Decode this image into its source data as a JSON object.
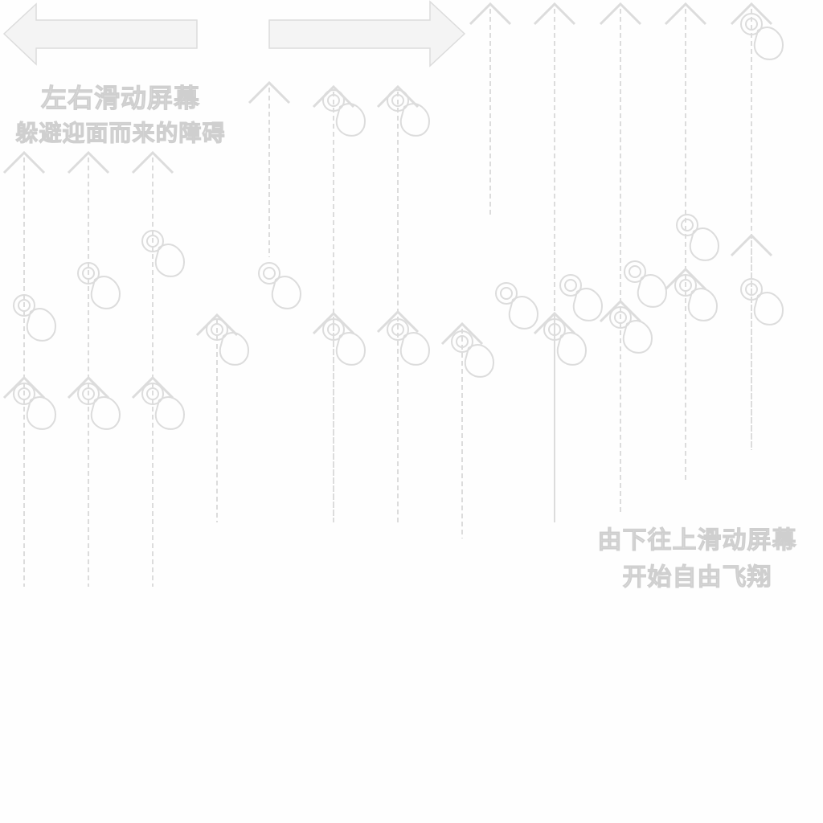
{
  "hints": {
    "swipe_left_right": {
      "line1": "左右滑动屏幕",
      "line2": "躲避迎面而来的障碍"
    },
    "swipe_up": {
      "line1": "由下往上滑动屏幕",
      "line2": "开始自由飞翔"
    }
  },
  "icons": [
    "double-arrow-left-right-icon",
    "arrow-up-icon",
    "tap-hand-icon"
  ],
  "colors": {
    "background": "#fefefe",
    "stroke": "#eeeeee"
  }
}
